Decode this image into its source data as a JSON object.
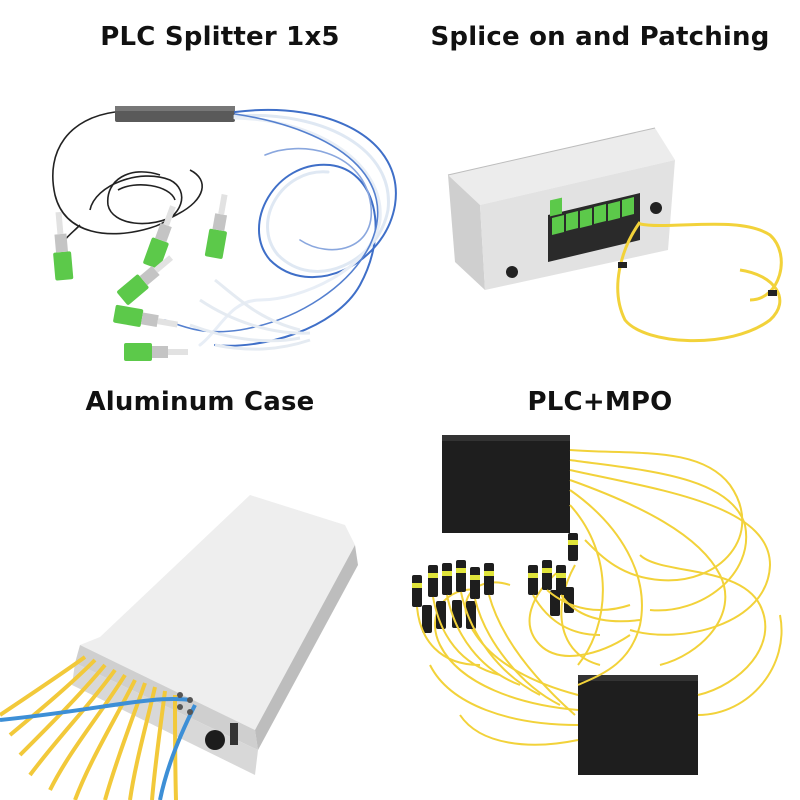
{
  "panels": [
    {
      "title": "PLC Splitter 1x5"
    },
    {
      "title": "Splice on and Patching"
    },
    {
      "title": "Aluminum Case"
    },
    {
      "title": "PLC+MPO"
    }
  ],
  "colors": {
    "connector_green": "#5cc94a",
    "fiber_yellow": "#f2d23a",
    "fiber_blue": "#3f6fc8",
    "case_grey": "#dcdcdc",
    "box_black": "#1e1e1e"
  }
}
